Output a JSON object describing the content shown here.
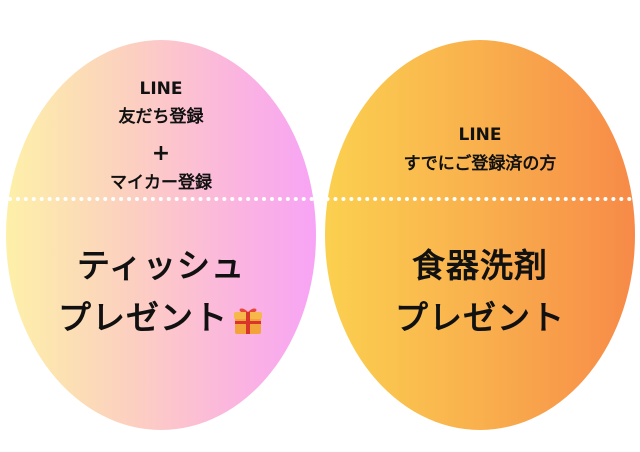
{
  "left": {
    "line1": "LINE",
    "line2": "友だち登録",
    "plus": "+",
    "line3": "マイカー登録",
    "prize_line1": "ティッシュ",
    "prize_line2": "プレゼント"
  },
  "right": {
    "line1": "LINE",
    "line2": "すでにご登録済の方",
    "prize_line1": "食器洗剤",
    "prize_line2": "プレゼント"
  },
  "colors": {
    "left_gradient": [
      "#fdf0a8",
      "#fcd0c0",
      "#fbb4e0",
      "#f7a4f5"
    ],
    "right_gradient": [
      "#fbd04f",
      "#f9b04d",
      "#f78a48"
    ],
    "divider": "#ffffff"
  },
  "icons": {
    "gift": "gift-icon"
  }
}
